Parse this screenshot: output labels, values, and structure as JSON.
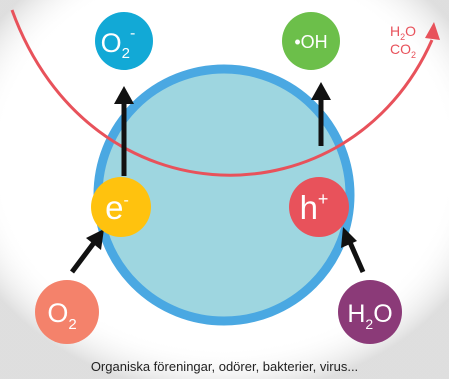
{
  "colors": {
    "sphere_fill": "#9ed6e0",
    "sphere_stroke": "#4aa8e2",
    "arc": "#e8525b",
    "o2_superoxide": "#12a9d6",
    "hydroxyl": "#6cbf4a",
    "electron": "#ffc20e",
    "hole": "#e8525b",
    "o2_input": "#f4826b",
    "h2o_input": "#8b3a78",
    "arrow": "#111111",
    "product_text": "#e8525b"
  },
  "nodes": {
    "o2_minus": {
      "base": "O",
      "sub": "2",
      "sup": "-"
    },
    "oh": {
      "text": "•OH"
    },
    "electron": {
      "base": "e",
      "sup": "-"
    },
    "hole": {
      "base": "h",
      "sup": "+"
    },
    "o2_in": {
      "base": "O",
      "sub": "2"
    },
    "h2o_in": {
      "base": "H",
      "sub": "2",
      "tail": "O"
    }
  },
  "products": {
    "line1": {
      "a": "H",
      "sub": "2",
      "b": "O"
    },
    "line2": {
      "a": "CO",
      "sub": "2"
    }
  },
  "caption": "Organiska föreningar, odörer, bakterier, virus..."
}
